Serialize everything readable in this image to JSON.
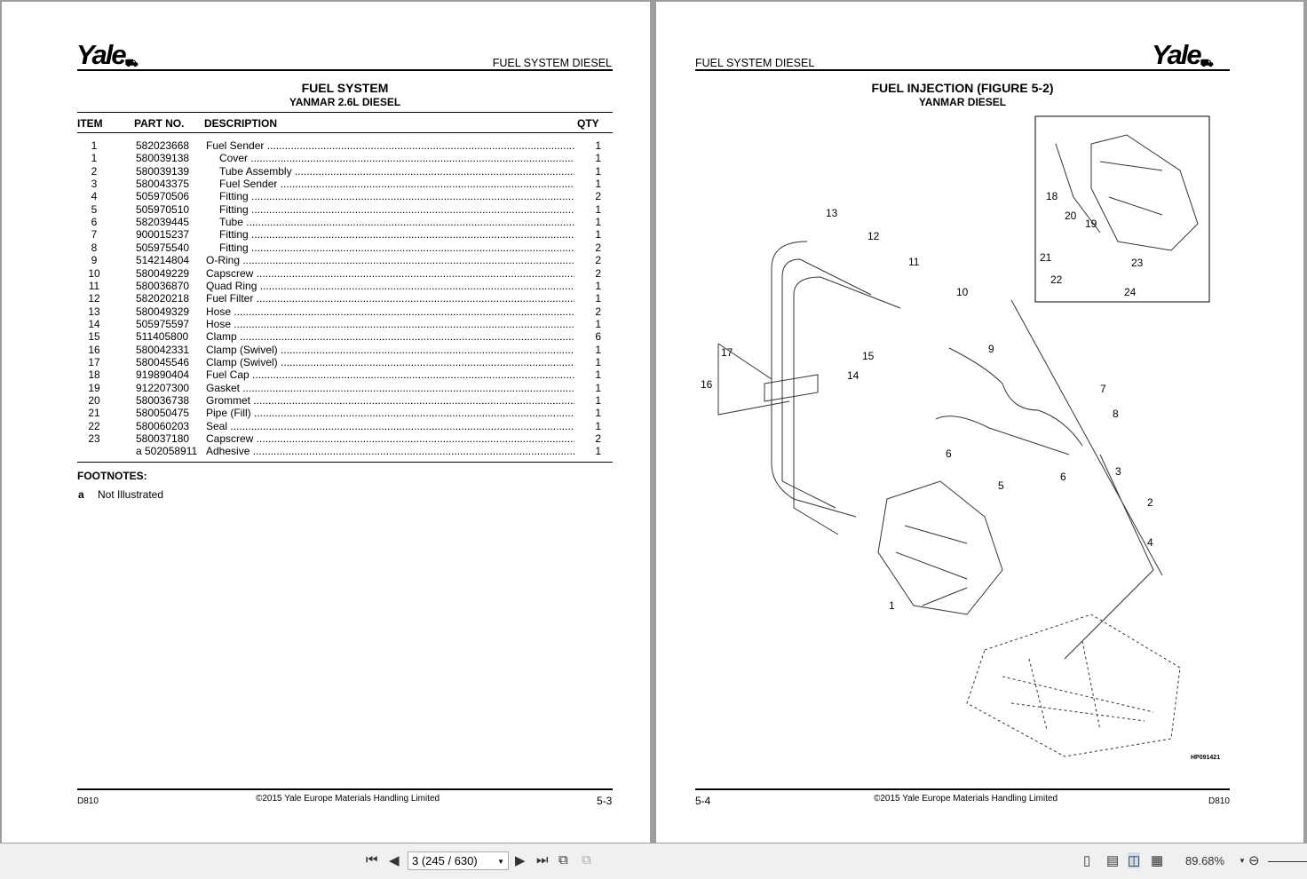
{
  "left_page": {
    "brand": "Yale",
    "section": "FUEL SYSTEM DIESEL",
    "title": "FUEL SYSTEM",
    "subtitle": "YANMAR 2.6L DIESEL",
    "columns": [
      "ITEM",
      "PART NO.",
      "DESCRIPTION",
      "QTY"
    ],
    "rows": [
      {
        "item": "1",
        "part": "582023668",
        "desc": "Fuel Sender",
        "qty": "1",
        "indent": false
      },
      {
        "item": "1",
        "part": "580039138",
        "desc": "Cover",
        "qty": "1",
        "indent": true
      },
      {
        "item": "2",
        "part": "580039139",
        "desc": "Tube Assembly",
        "qty": "1",
        "indent": true
      },
      {
        "item": "3",
        "part": "580043375",
        "desc": "Fuel Sender",
        "qty": "1",
        "indent": true
      },
      {
        "item": "4",
        "part": "505970506",
        "desc": "Fitting",
        "qty": "2",
        "indent": true
      },
      {
        "item": "5",
        "part": "505970510",
        "desc": "Fitting",
        "qty": "1",
        "indent": true
      },
      {
        "item": "6",
        "part": "582039445",
        "desc": "Tube",
        "qty": "1",
        "indent": true
      },
      {
        "item": "7",
        "part": "900015237",
        "desc": "Fitting",
        "qty": "1",
        "indent": true
      },
      {
        "item": "8",
        "part": "505975540",
        "desc": "Fitting",
        "qty": "2",
        "indent": true
      },
      {
        "item": "9",
        "part": "514214804",
        "desc": "O-Ring",
        "qty": "2",
        "indent": false
      },
      {
        "item": "10",
        "part": "580049229",
        "desc": "Capscrew",
        "qty": "2",
        "indent": false
      },
      {
        "item": "11",
        "part": "580036870",
        "desc": "Quad Ring",
        "qty": "1",
        "indent": false
      },
      {
        "item": "12",
        "part": "582020218",
        "desc": "Fuel Filter",
        "qty": "1",
        "indent": false
      },
      {
        "item": "13",
        "part": "580049329",
        "desc": "Hose",
        "qty": "2",
        "indent": false
      },
      {
        "item": "14",
        "part": "505975597",
        "desc": "Hose",
        "qty": "1",
        "indent": false
      },
      {
        "item": "15",
        "part": "511405800",
        "desc": "Clamp",
        "qty": "6",
        "indent": false
      },
      {
        "item": "16",
        "part": "580042331",
        "desc": "Clamp (Swivel)",
        "qty": "1",
        "indent": false
      },
      {
        "item": "17",
        "part": "580045546",
        "desc": "Clamp (Swivel)",
        "qty": "1",
        "indent": false
      },
      {
        "item": "18",
        "part": "919890404",
        "desc": "Fuel Cap",
        "qty": "1",
        "indent": false
      },
      {
        "item": "19",
        "part": "912207300",
        "desc": "Gasket",
        "qty": "1",
        "indent": false
      },
      {
        "item": "20",
        "part": "580036738",
        "desc": "Grommet",
        "qty": "1",
        "indent": false
      },
      {
        "item": "21",
        "part": "580050475",
        "desc": "Pipe (Fill)",
        "qty": "1",
        "indent": false
      },
      {
        "item": "22",
        "part": "580060203",
        "desc": "Seal",
        "qty": "1",
        "indent": false
      },
      {
        "item": "23",
        "part": "580037180",
        "desc": "Capscrew",
        "qty": "2",
        "indent": false
      },
      {
        "item": "",
        "part": "a 502058911",
        "desc": "Adhesive",
        "qty": "1",
        "indent": false
      }
    ],
    "footnotes_title": "FOOTNOTES:",
    "footnote_mark": "a",
    "footnote_text": "Not Illustrated",
    "doc_code": "D810",
    "copyright": "©2015 Yale Europe Materials Handling Limited",
    "page_no": "5-3"
  },
  "right_page": {
    "brand": "Yale",
    "section": "FUEL SYSTEM DIESEL",
    "title": "FUEL INJECTION (FIGURE 5-2)",
    "subtitle": "YANMAR DIESEL",
    "figure_code": "HP091421",
    "callouts": [
      "1",
      "2",
      "3",
      "4",
      "5",
      "6",
      "6",
      "7",
      "8",
      "9",
      "10",
      "11",
      "12",
      "13",
      "14",
      "15",
      "16",
      "17",
      "18",
      "19",
      "20",
      "21",
      "22",
      "23",
      "24"
    ],
    "page_no": "5-4",
    "copyright": "©2015 Yale Europe Materials Handling Limited",
    "doc_code": "D810"
  },
  "toolbar": {
    "page_field": "3 (245 / 630)",
    "zoom": "89.68%",
    "icons": [
      "first-page-icon",
      "prev-page-icon",
      "next-page-icon",
      "last-page-icon",
      "prev-view-icon",
      "next-view-icon",
      "single-page-icon",
      "continuous-icon",
      "facing-icon",
      "continuous-facing-icon",
      "zoom-out-icon"
    ]
  }
}
